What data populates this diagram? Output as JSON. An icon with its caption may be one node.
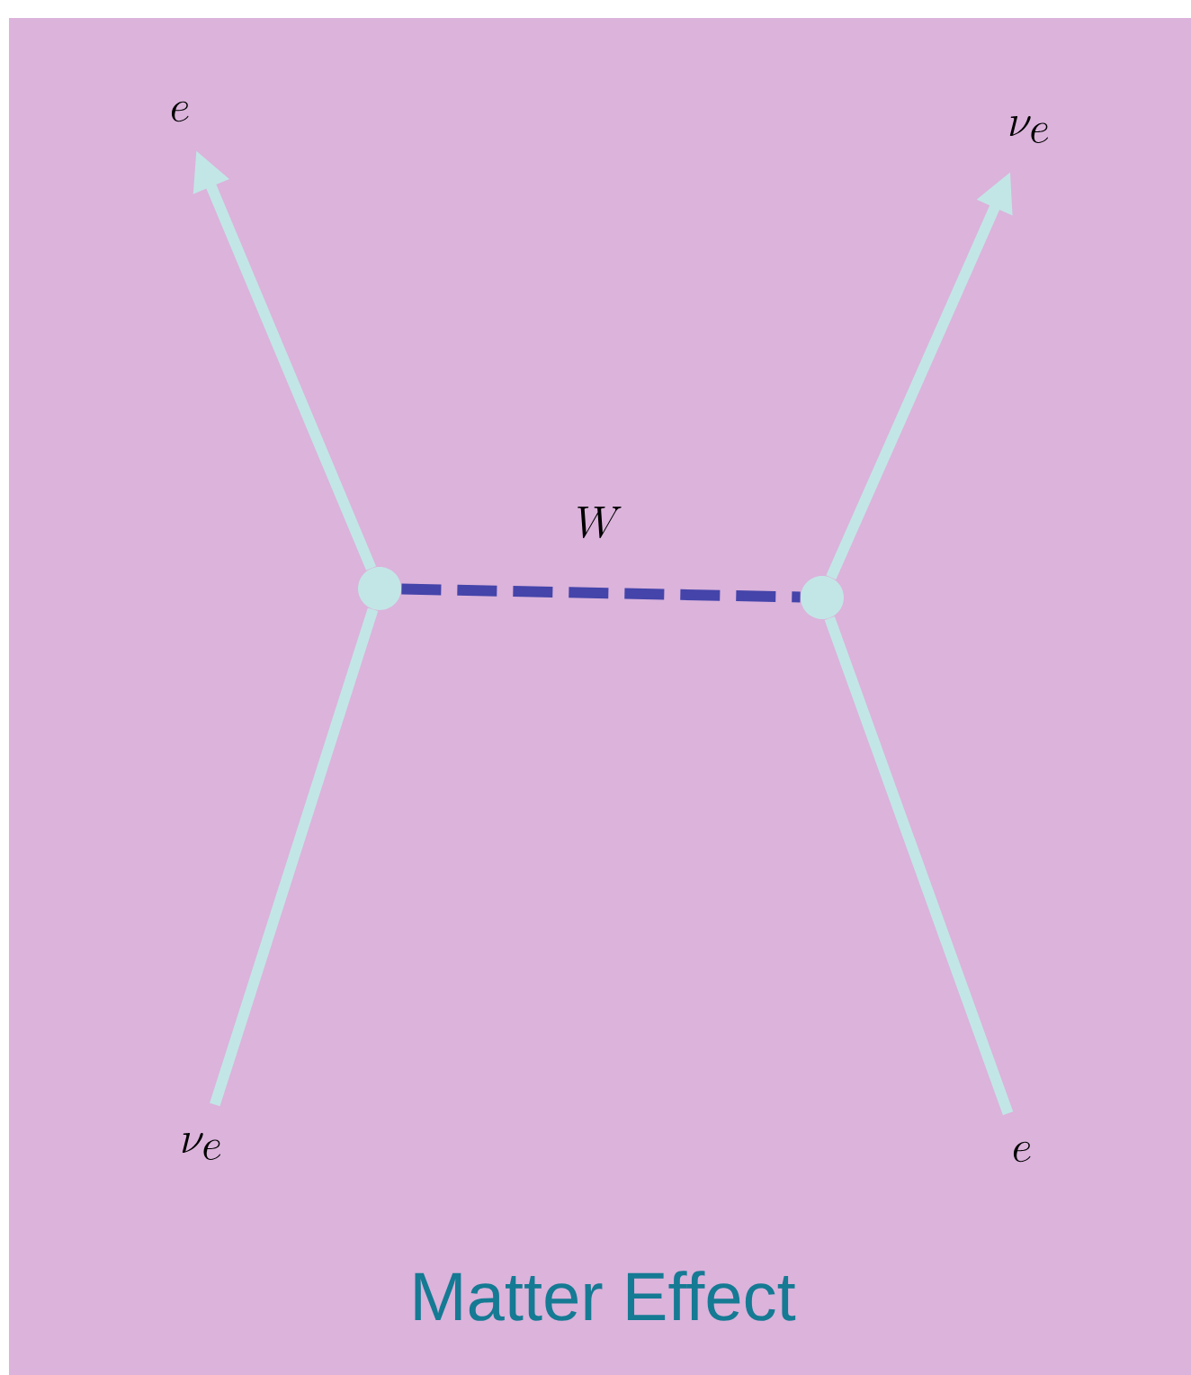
{
  "diagram": {
    "caption": "Matter Effect",
    "nodes": [
      {
        "text": [
          "e"
        ]
      },
      {
        "text": [
          "\\nu_e"
        ]
      },
      {
        "text": [],
        "shape": "circle"
      },
      {
        "text": [],
        "shape": "circle"
      },
      {
        "text": [
          "\\nu_e"
        ]
      },
      {
        "text": [
          "e"
        ]
      }
    ],
    "edges": [
      {
        "from": 4,
        "to": 2,
        "arrow": "none"
      },
      {
        "from": 2,
        "to": 0,
        "arrow": "to"
      },
      {
        "from": 2,
        "to": 3,
        "arrow": "none",
        "label": "W",
        "style": "dashed",
        "color": "#4444aa"
      },
      {
        "from": 5,
        "to": 3,
        "arrow": "none"
      },
      {
        "from": 3,
        "to": 1,
        "arrow": "to"
      }
    ]
  }
}
